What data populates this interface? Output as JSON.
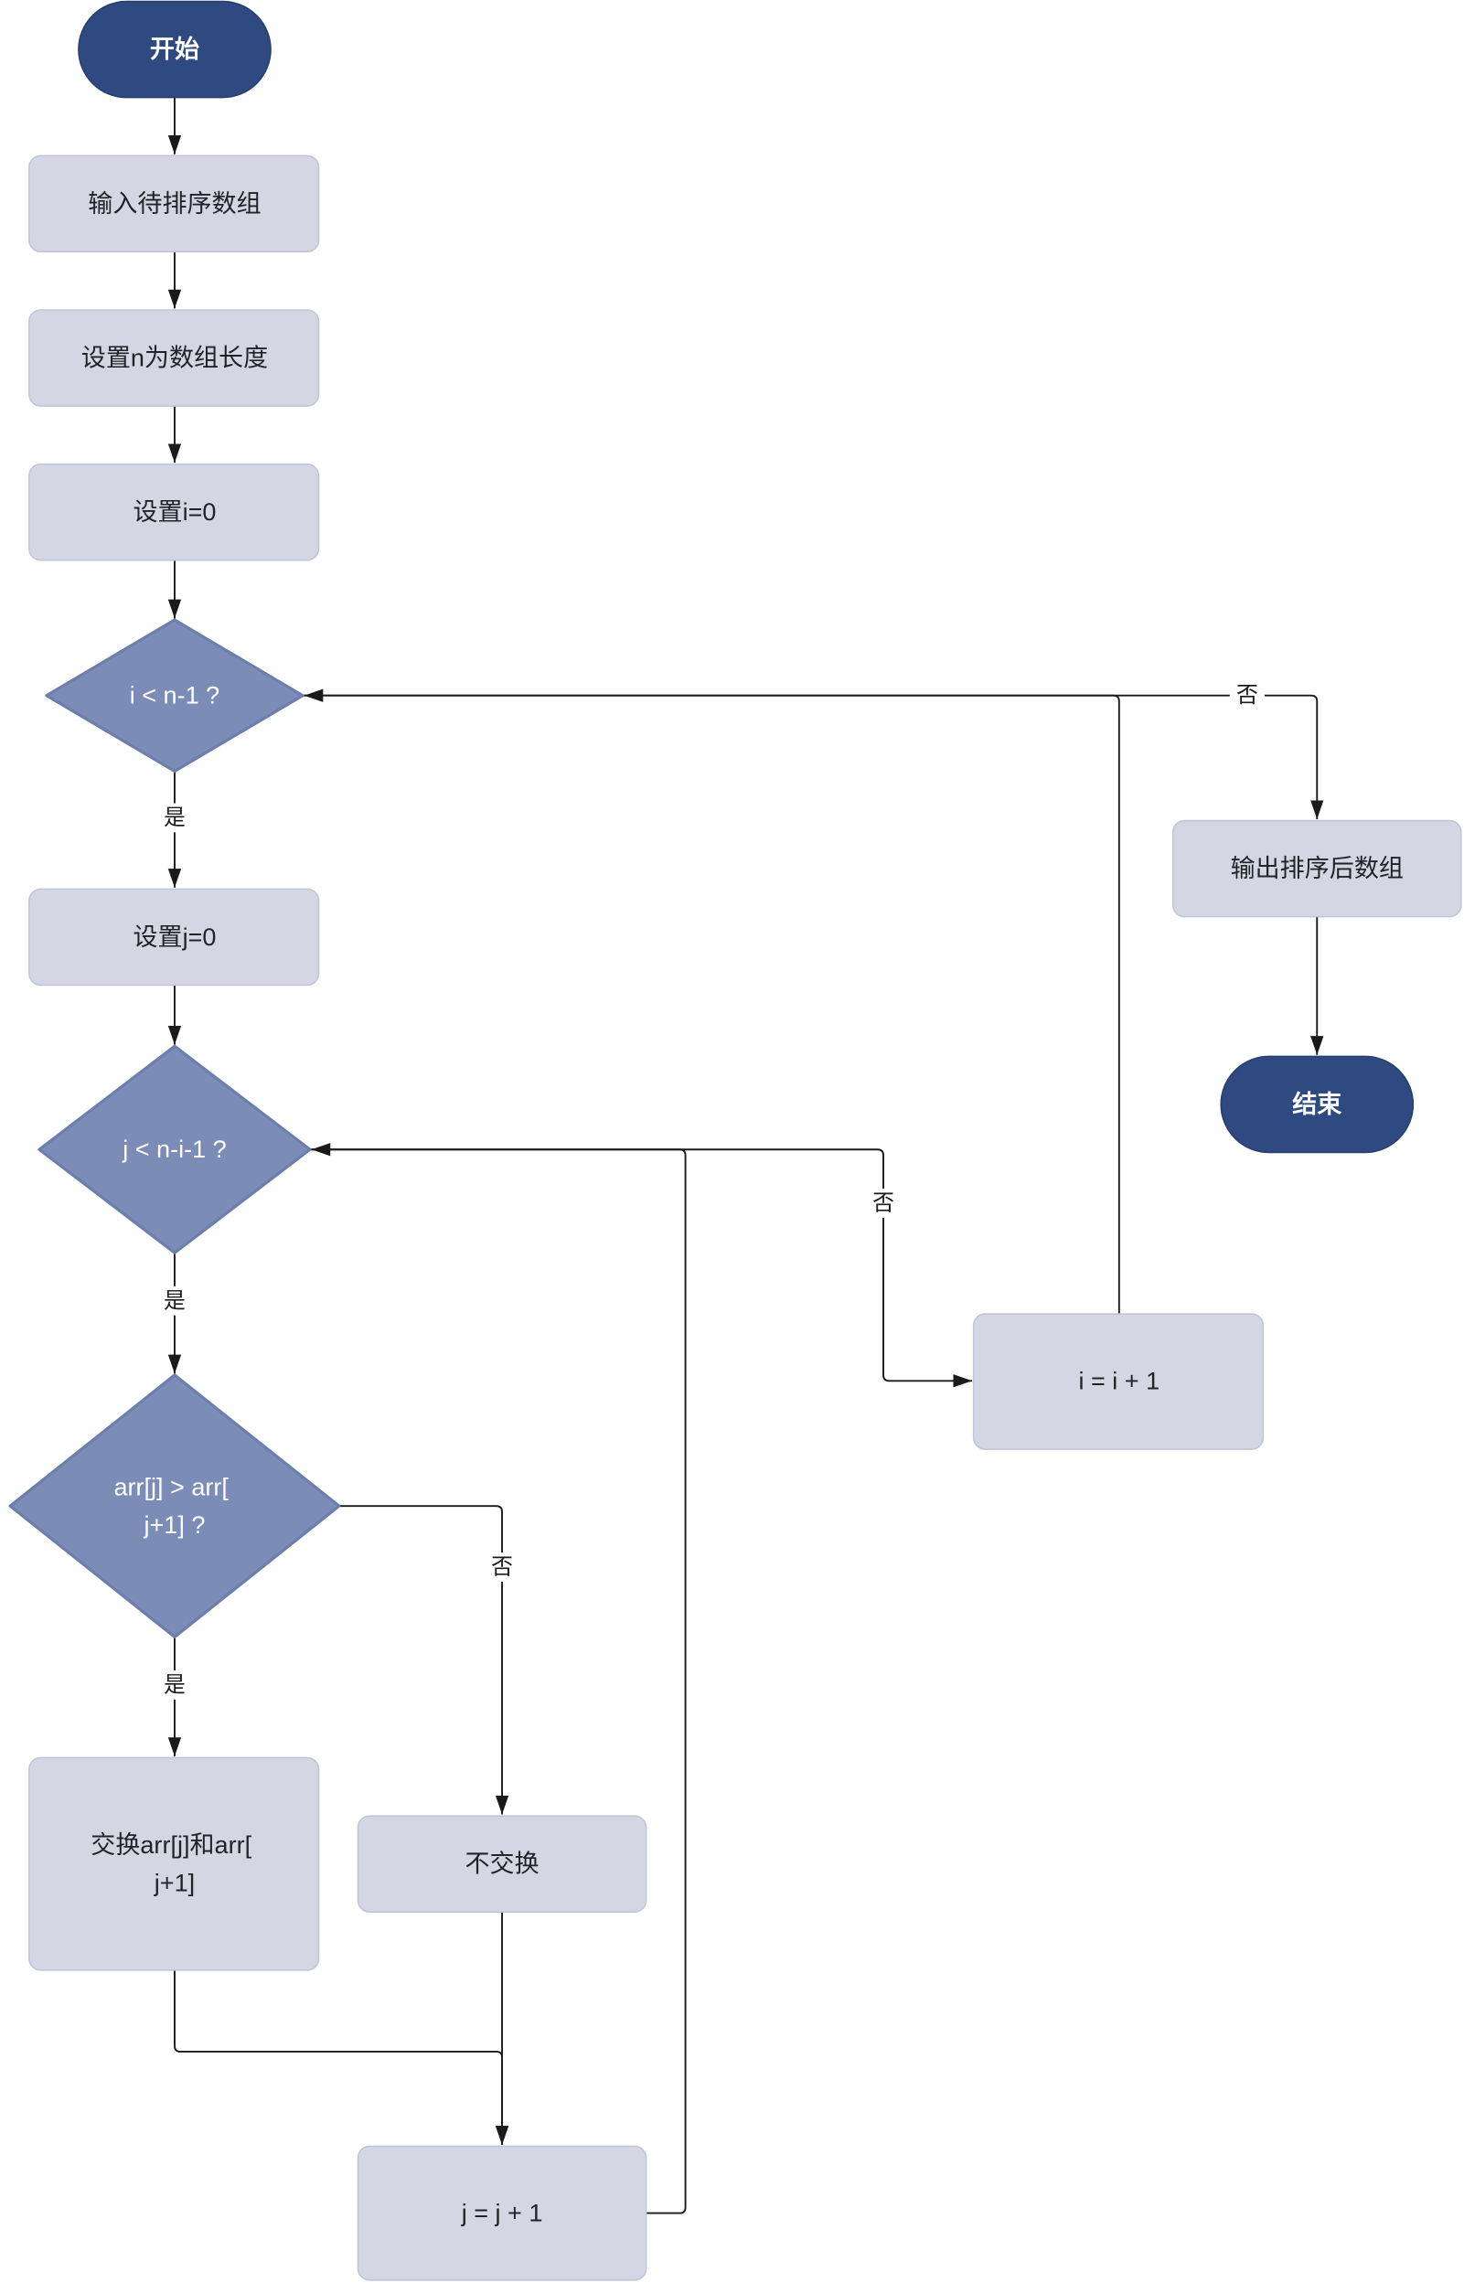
{
  "flowchart": {
    "nodes": {
      "start": {
        "label": "开始"
      },
      "input": {
        "label": "输入待排序数组"
      },
      "set_n": {
        "label": "设置n为数组长度"
      },
      "set_i": {
        "label": "设置i=0"
      },
      "cond_i": {
        "label": "i < n-1 ?"
      },
      "set_j": {
        "label": "设置j=0"
      },
      "cond_j": {
        "label": "j < n-i-1 ?"
      },
      "cond_cmp": {
        "lines": [
          "arr[j] > arr[",
          "j+1] ?"
        ]
      },
      "swap": {
        "lines": [
          "交换arr[j]和arr[",
          "j+1]"
        ]
      },
      "no_swap": {
        "label": "不交换"
      },
      "inc_j": {
        "label": "j = j + 1"
      },
      "inc_i": {
        "label": "i = i + 1"
      },
      "output": {
        "label": "输出排序后数组"
      },
      "end": {
        "label": "结束"
      }
    },
    "edge_labels": {
      "cond_i_yes": "是",
      "cond_i_no": "否",
      "cond_j_yes": "是",
      "cond_j_no": "否",
      "cond_cmp_yes": "是",
      "cond_cmp_no": "否"
    }
  },
  "colors": {
    "terminal_fill": "#2f4a80",
    "terminal_stroke": "#26406f",
    "process_fill": "#d4d7e3",
    "process_stroke": "#c0c5d7",
    "decision_fill": "#7b8cb6",
    "decision_stroke": "#6c7eab",
    "line": "#1a1a1a"
  }
}
